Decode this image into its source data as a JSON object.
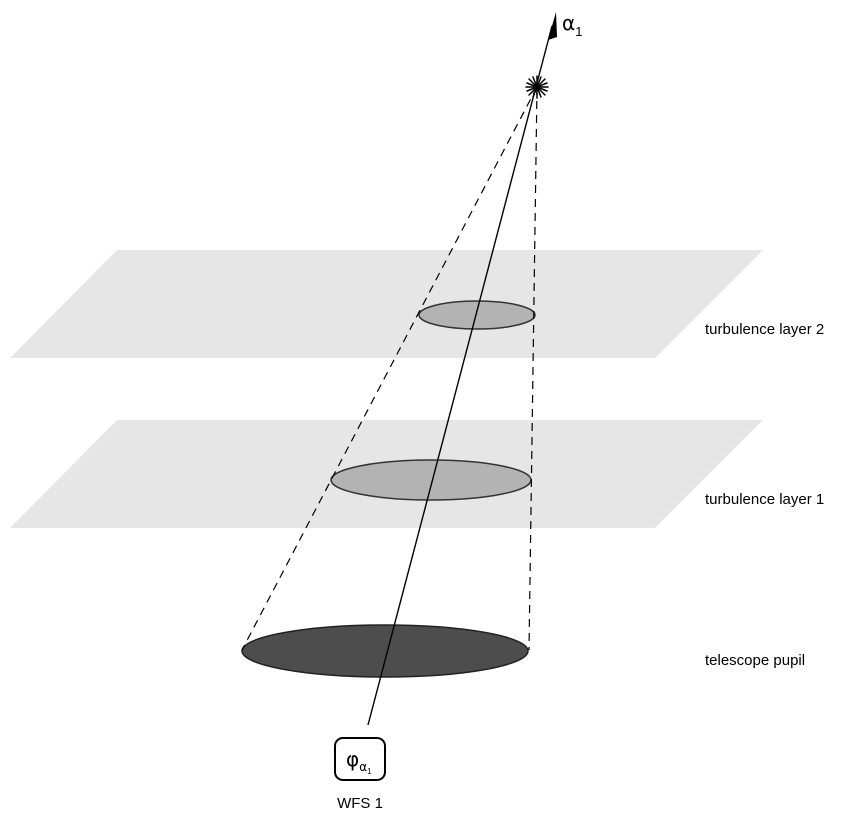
{
  "labels": {
    "turbulence_layer_2": "turbulence layer 2",
    "turbulence_layer_1": "turbulence layer 1",
    "telescope_pupil": "telescope pupil",
    "wfs": "WFS 1",
    "direction_symbol": "α",
    "direction_subscript": "1",
    "phase_symbol": "φ",
    "phase_subscript_symbol": "α",
    "phase_subscript_index": "1"
  },
  "colors": {
    "layer_plane": "#e6e6e6",
    "layer_disc": "#b3b3b3",
    "pupil": "#4d4d4d",
    "line": "#000000"
  },
  "icons": {
    "star": "star-icon",
    "arrow": "arrow-head-icon",
    "sensor": "wfs-box"
  }
}
